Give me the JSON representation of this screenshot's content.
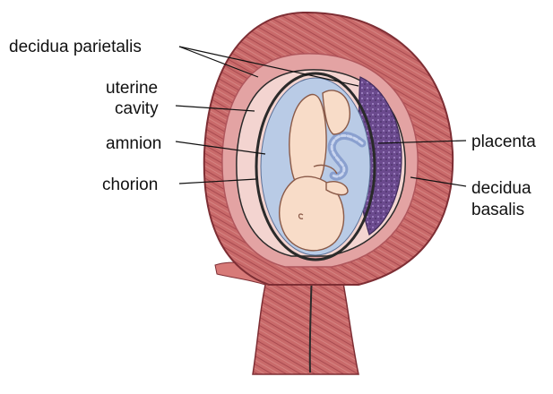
{
  "labels": {
    "decidua_parietalis": "decidua parietalis",
    "uterine_cavity_line1": "uterine",
    "uterine_cavity_line2": "cavity",
    "amnion": "amnion",
    "chorion": "chorion",
    "placenta": "placenta",
    "decidua_basalis_line1": "decidua",
    "decidua_basalis_line2": "basalis"
  },
  "colors": {
    "myometrium": "#c96a6a",
    "myometrium_dark": "#9e3f44",
    "decidua": "#e3a3a3",
    "chorion_line": "#2a2a2a",
    "amniotic_fluid": "#b9cbe6",
    "fetus": "#f8dcc8",
    "placenta": "#6b4a8e",
    "placenta_light": "#8a6db0",
    "cord": "#9fb3dd"
  }
}
